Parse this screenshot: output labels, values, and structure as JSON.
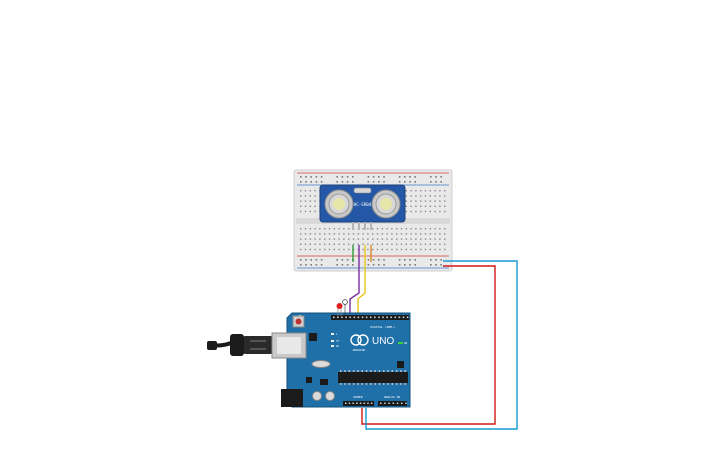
{
  "sensor": {
    "model": "HC-SR04"
  },
  "board": {
    "logo": "UNO",
    "brand": "ARDUINO",
    "header_digital": "DIGITAL (PWM~)",
    "header_power": "POWER",
    "header_analog": "ANALOG IN",
    "led_label": "L",
    "tx_label": "TX",
    "rx_label": "RX",
    "on_label": "ON"
  },
  "wires": [
    {
      "name": "vcc-wire",
      "color": "#d01818"
    },
    {
      "name": "gnd-wire",
      "color": "#1a9ad0"
    },
    {
      "name": "trig-wire",
      "color": "#7a2ea0"
    },
    {
      "name": "echo-wire",
      "color": "#e6c81e"
    },
    {
      "name": "sensor-gnd-wire",
      "color": "#2e9a3a"
    }
  ],
  "colors": {
    "board_blue": "#1f6fa8",
    "breadboard": "#e9e9e9",
    "sensor_pcb": "#2458a6",
    "rail_red": "#d23c3c",
    "rail_blue": "#3c78c8"
  },
  "icons": [
    "usb-cable-icon",
    "power-jack-icon",
    "reset-button-icon",
    "led-icon",
    "crystal-icon"
  ]
}
